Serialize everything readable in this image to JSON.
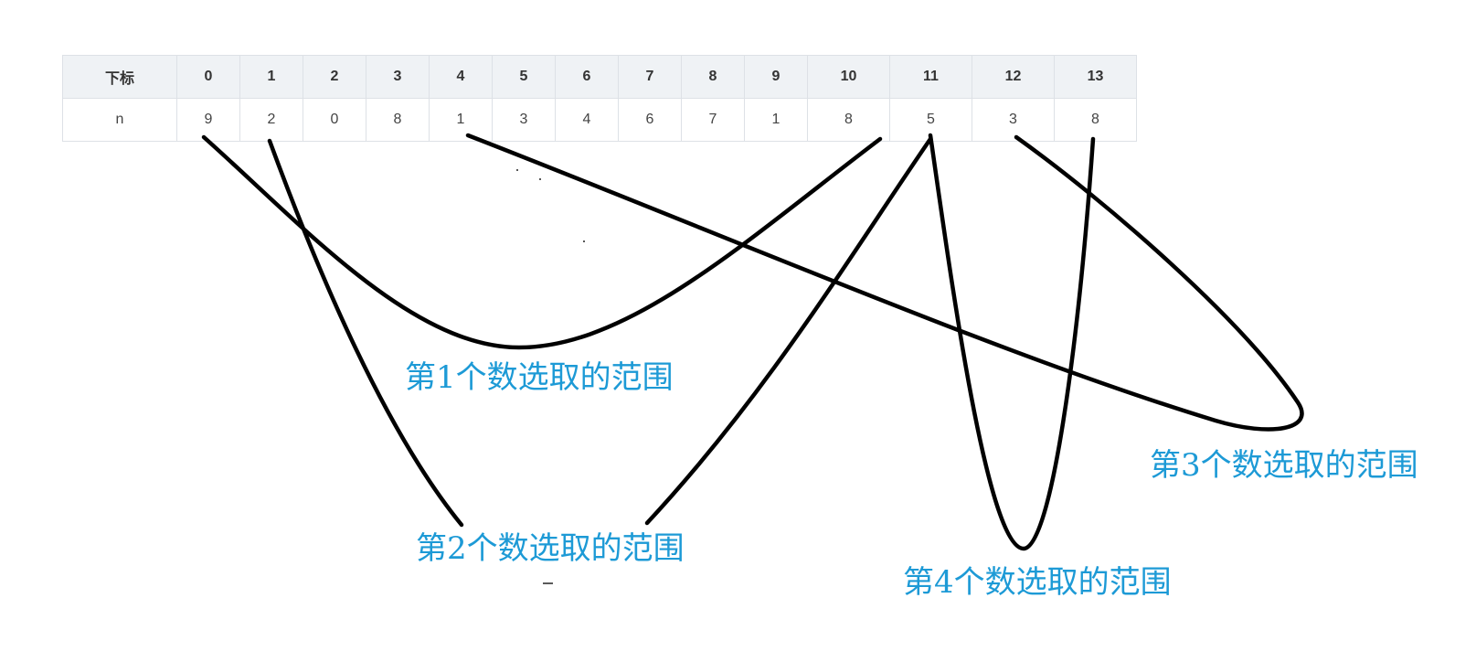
{
  "table": {
    "header_label": "下标",
    "row_label": "n",
    "indices": [
      "0",
      "1",
      "2",
      "3",
      "4",
      "5",
      "6",
      "7",
      "8",
      "9",
      "10",
      "11",
      "12",
      "13"
    ],
    "values": [
      "9",
      "2",
      "0",
      "8",
      "1",
      "3",
      "4",
      "6",
      "7",
      "1",
      "8",
      "5",
      "3",
      "8"
    ]
  },
  "labels": {
    "range1": "第1个数选取的范围",
    "range2": "第2个数选取的范围",
    "range3": "第3个数选取的范围",
    "range4": "第4个数选取的范围"
  },
  "colors": {
    "label": "#1d9ad6",
    "stroke": "#000000",
    "header_bg": "#eff2f5",
    "border": "#dde1e6"
  }
}
